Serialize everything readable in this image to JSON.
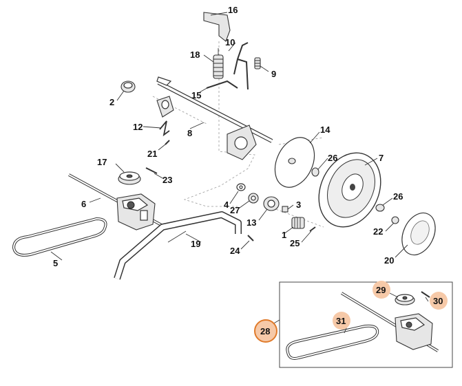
{
  "labels": {
    "l1": "1",
    "l2": "2",
    "l3": "3",
    "l4": "4",
    "l5": "5",
    "l6": "6",
    "l7": "7",
    "l8": "8",
    "l9": "9",
    "l10": "10",
    "l12": "12",
    "l13": "13",
    "l14": "14",
    "l15": "15",
    "l16": "16",
    "l17": "17",
    "l18": "18",
    "l19": "19",
    "l20": "20",
    "l21": "21",
    "l22": "22",
    "l23": "23",
    "l24": "24",
    "l25": "25",
    "l26a": "26",
    "l26b": "26",
    "l27": "27",
    "l28": "28",
    "l29": "29",
    "l30": "30",
    "l31": "31"
  },
  "highlight_color": "#f6c9a8",
  "highlight_border_color": "#e07a2a"
}
